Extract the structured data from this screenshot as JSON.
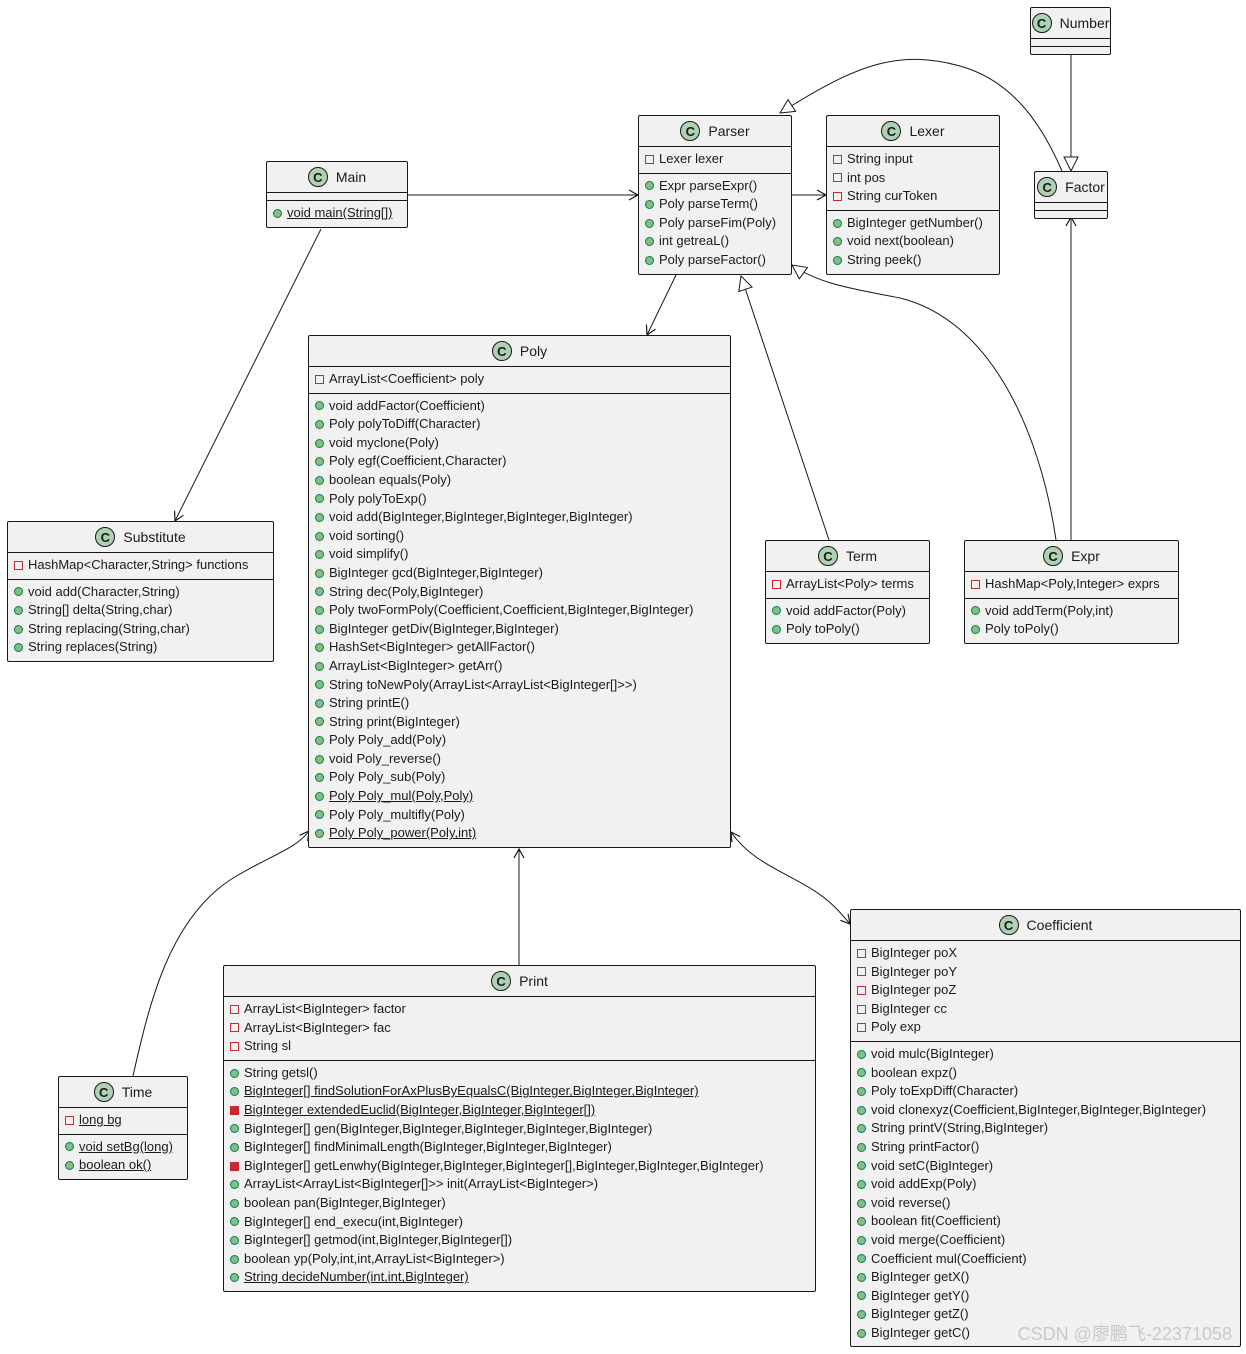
{
  "classes": {
    "number": {
      "name": "Number",
      "fields": [],
      "methods": []
    },
    "parser": {
      "name": "Parser",
      "fields": [
        {
          "v": "priv",
          "t": "Lexer lexer"
        }
      ],
      "methods": [
        {
          "v": "pub",
          "t": "Expr parseExpr()"
        },
        {
          "v": "pub",
          "t": "Poly parseTerm()"
        },
        {
          "v": "pub",
          "t": "Poly parseFim(Poly)"
        },
        {
          "v": "pub",
          "t": "int getreaL()"
        },
        {
          "v": "pub",
          "t": "Poly parseFactor()"
        }
      ]
    },
    "lexer": {
      "name": "Lexer",
      "fields": [
        {
          "v": "priv",
          "t": "String input"
        },
        {
          "v": "priv",
          "t": "int pos"
        },
        {
          "v": "priv",
          "t": "String curToken"
        }
      ],
      "methods": [
        {
          "v": "pub",
          "t": "BigInteger getNumber()"
        },
        {
          "v": "pub",
          "t": "void next(boolean)"
        },
        {
          "v": "pub",
          "t": "String peek()"
        }
      ]
    },
    "factor": {
      "name": "Factor",
      "fields": [],
      "methods": []
    },
    "main": {
      "name": "Main",
      "fields": [],
      "methods": [
        {
          "v": "pub",
          "t": "void main(String[])",
          "s": true
        }
      ]
    },
    "poly": {
      "name": "Poly",
      "fields": [
        {
          "v": "priv",
          "t": "ArrayList<Coefficient> poly"
        }
      ],
      "methods": [
        {
          "v": "pub",
          "t": "void addFactor(Coefficient)"
        },
        {
          "v": "pub",
          "t": "Poly polyToDiff(Character)"
        },
        {
          "v": "pub",
          "t": "void myclone(Poly)"
        },
        {
          "v": "pub",
          "t": "Poly egf(Coefficient,Character)"
        },
        {
          "v": "pub",
          "t": "boolean equals(Poly)"
        },
        {
          "v": "pub",
          "t": "Poly polyToExp()"
        },
        {
          "v": "pub",
          "t": "void add(BigInteger,BigInteger,BigInteger,BigInteger)"
        },
        {
          "v": "pub",
          "t": "void sorting()"
        },
        {
          "v": "pub",
          "t": "void simplify()"
        },
        {
          "v": "pub",
          "t": "BigInteger gcd(BigInteger,BigInteger)"
        },
        {
          "v": "pub",
          "t": "String dec(Poly,BigInteger)"
        },
        {
          "v": "pub",
          "t": "Poly twoFormPoly(Coefficient,Coefficient,BigInteger,BigInteger)"
        },
        {
          "v": "pub",
          "t": "BigInteger getDiv(BigInteger,BigInteger)"
        },
        {
          "v": "pub",
          "t": "HashSet<BigInteger> getAllFactor()"
        },
        {
          "v": "pub",
          "t": "ArrayList<BigInteger> getArr()"
        },
        {
          "v": "pub",
          "t": "String toNewPoly(ArrayList<ArrayList<BigInteger[]>>)"
        },
        {
          "v": "pub",
          "t": "String printE()"
        },
        {
          "v": "pub",
          "t": "String print(BigInteger)"
        },
        {
          "v": "pub",
          "t": "Poly Poly_add(Poly)"
        },
        {
          "v": "pub",
          "t": "void Poly_reverse()"
        },
        {
          "v": "pub",
          "t": "Poly Poly_sub(Poly)"
        },
        {
          "v": "pub",
          "t": "Poly Poly_mul(Poly,Poly)",
          "s": true
        },
        {
          "v": "pub",
          "t": "Poly Poly_multifly(Poly)"
        },
        {
          "v": "pub",
          "t": "Poly Poly_power(Poly,int)",
          "s": true
        }
      ]
    },
    "substitute": {
      "name": "Substitute",
      "fields": [
        {
          "v": "priv",
          "t": "HashMap<Character,String> functions"
        }
      ],
      "methods": [
        {
          "v": "pub",
          "t": "void add(Character,String)"
        },
        {
          "v": "pub",
          "t": "String[] delta(String,char)"
        },
        {
          "v": "pub",
          "t": "String replacing(String,char)"
        },
        {
          "v": "pub",
          "t": "String replaces(String)"
        }
      ]
    },
    "term": {
      "name": "Term",
      "fields": [
        {
          "v": "priv",
          "t": "ArrayList<Poly> terms"
        }
      ],
      "methods": [
        {
          "v": "pub",
          "t": "void addFactor(Poly)"
        },
        {
          "v": "pub",
          "t": "Poly toPoly()"
        }
      ]
    },
    "expr": {
      "name": "Expr",
      "fields": [
        {
          "v": "priv",
          "t": "HashMap<Poly,Integer> exprs"
        }
      ],
      "methods": [
        {
          "v": "pub",
          "t": "void addTerm(Poly,int)"
        },
        {
          "v": "pub",
          "t": "Poly toPoly()"
        }
      ]
    },
    "coefficient": {
      "name": "Coefficient",
      "fields": [
        {
          "v": "priv",
          "t": "BigInteger poX"
        },
        {
          "v": "priv",
          "t": "BigInteger poY"
        },
        {
          "v": "priv",
          "t": "BigInteger poZ"
        },
        {
          "v": "priv",
          "t": "BigInteger cc"
        },
        {
          "v": "priv",
          "t": "Poly exp"
        }
      ],
      "methods": [
        {
          "v": "pub",
          "t": "void mulc(BigInteger)"
        },
        {
          "v": "pub",
          "t": "boolean expz()"
        },
        {
          "v": "pub",
          "t": "Poly toExpDiff(Character)"
        },
        {
          "v": "pub",
          "t": "void clonexyz(Coefficient,BigInteger,BigInteger,BigInteger)"
        },
        {
          "v": "pub",
          "t": "String printV(String,BigInteger)"
        },
        {
          "v": "pub",
          "t": "String printFactor()"
        },
        {
          "v": "pub",
          "t": "void setC(BigInteger)"
        },
        {
          "v": "pub",
          "t": "void addExp(Poly)"
        },
        {
          "v": "pub",
          "t": "void reverse()"
        },
        {
          "v": "pub",
          "t": "boolean fit(Coefficient)"
        },
        {
          "v": "pub",
          "t": "void merge(Coefficient)"
        },
        {
          "v": "pub",
          "t": "Coefficient mul(Coefficient)"
        },
        {
          "v": "pub",
          "t": "BigInteger getX()"
        },
        {
          "v": "pub",
          "t": "BigInteger getY()"
        },
        {
          "v": "pub",
          "t": "BigInteger getZ()"
        },
        {
          "v": "pub",
          "t": "BigInteger getC()"
        }
      ]
    },
    "time": {
      "name": "Time",
      "fields": [
        {
          "v": "priv",
          "t": "long bg",
          "s": true
        }
      ],
      "methods": [
        {
          "v": "pub",
          "t": "void setBg(long)",
          "s": true
        },
        {
          "v": "pub",
          "t": "boolean ok()",
          "s": true
        }
      ]
    },
    "print": {
      "name": "Print",
      "fields": [
        {
          "v": "priv",
          "t": "ArrayList<BigInteger> factor"
        },
        {
          "v": "priv",
          "t": "ArrayList<BigInteger> fac"
        },
        {
          "v": "priv",
          "t": "String sl"
        }
      ],
      "methods": [
        {
          "v": "pub",
          "t": "String getsl()"
        },
        {
          "v": "pub",
          "t": "BigInteger[] findSolutionForAxPlusByEqualsC(BigInteger,BigInteger,BigInteger)",
          "s": true
        },
        {
          "v": "privm",
          "t": "BigInteger extendedEuclid(BigInteger,BigInteger,BigInteger[])",
          "s": true
        },
        {
          "v": "pub",
          "t": "BigInteger[] gen(BigInteger,BigInteger,BigInteger,BigInteger,BigInteger)"
        },
        {
          "v": "pub",
          "t": "BigInteger[] findMinimalLength(BigInteger,BigInteger,BigInteger)"
        },
        {
          "v": "privm",
          "t": "BigInteger[] getLenwhy(BigInteger,BigInteger,BigInteger[],BigInteger,BigInteger,BigInteger)"
        },
        {
          "v": "pub",
          "t": "ArrayList<ArrayList<BigInteger[]>> init(ArrayList<BigInteger>)"
        },
        {
          "v": "pub",
          "t": "boolean pan(BigInteger,BigInteger)"
        },
        {
          "v": "pub",
          "t": "BigInteger[] end_execu(int,BigInteger)"
        },
        {
          "v": "pub",
          "t": "BigInteger[] getmod(int,BigInteger,BigInteger[])"
        },
        {
          "v": "pub",
          "t": "boolean yp(Poly,int,int,ArrayList<BigInteger>)"
        },
        {
          "v": "pub",
          "t": "String decideNumber(int,int,BigInteger)",
          "s": true
        }
      ]
    }
  },
  "badge_letter": "C",
  "watermark": "CSDN @廖鹏飞-22371058",
  "colors": {
    "badge": "#add1b2",
    "box": "#f1f1f1",
    "line": "#181818",
    "public": "#84be84",
    "private": "#c82930"
  }
}
